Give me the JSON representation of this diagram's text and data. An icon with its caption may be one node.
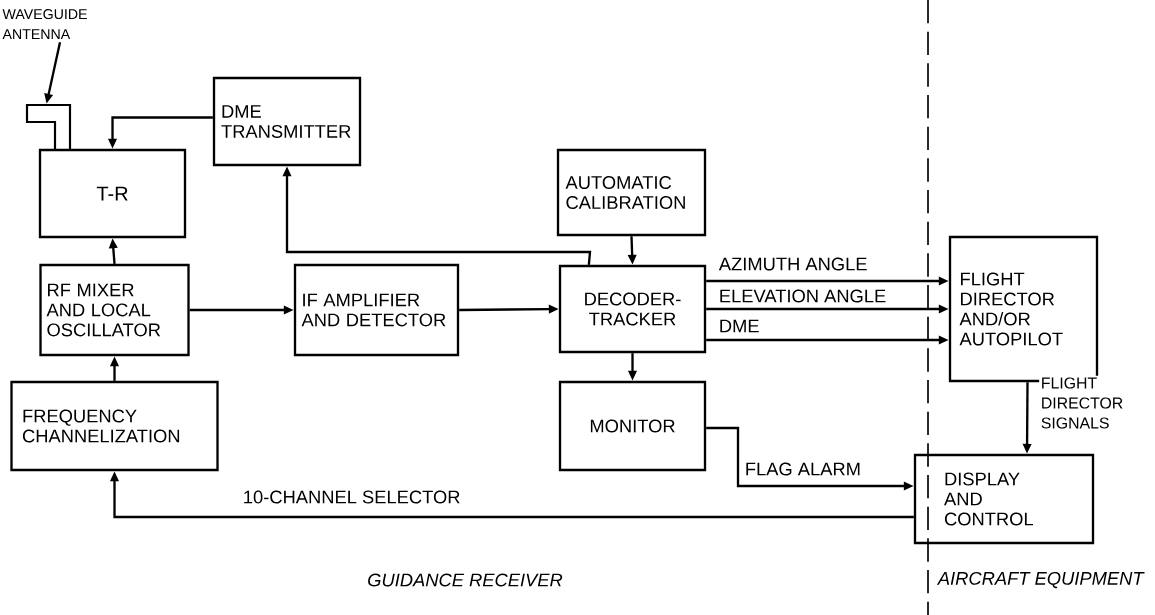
{
  "diagram": {
    "nodes": [
      {
        "text": [
          "WAVEGUIDE ANTENNA"
        ]
      },
      {
        "text": [],
        "shape": "picture"
      },
      {
        "text": [
          "T-R"
        ]
      },
      {
        "text": [
          "DME TRANSMITTER"
        ]
      },
      {
        "text": [
          "AUTOMATIC CALIBRATION"
        ]
      },
      {
        "text": [
          "RF MIXER AND LOCAL OSCILLATOR"
        ]
      },
      {
        "text": [
          "IF AMPLIFIER AND DETECTOR"
        ]
      },
      {
        "text": [
          "DECODER-TRACKER"
        ]
      },
      {
        "text": [
          "FLIGHT DIRECTOR AND/OR AUTOPILOT"
        ]
      },
      {
        "text": [
          "FREQUENCY CHANNELIZATION"
        ]
      },
      {
        "text": [
          "MONITOR"
        ]
      },
      {
        "text": [
          "DISPLAY AND CONTROL"
        ]
      }
    ],
    "edges": [
      {
        "from": 0,
        "to": 1,
        "arrow": "to"
      },
      {
        "from": 3,
        "to": 2,
        "arrow": "to"
      },
      {
        "from": 7,
        "to": 3,
        "arrow": "to"
      },
      {
        "from": 5,
        "to": 2,
        "arrow": "to"
      },
      {
        "from": 9,
        "to": 5,
        "arrow": "to"
      },
      {
        "from": 5,
        "to": 6,
        "arrow": "to"
      },
      {
        "from": 6,
        "to": 7,
        "arrow": "to"
      },
      {
        "from": 4,
        "to": 7,
        "arrow": "to"
      },
      {
        "from": 7,
        "to": 8,
        "arrow": "to",
        "label": "AZIMUTH ANGLE"
      },
      {
        "from": 7,
        "to": 8,
        "arrow": "to",
        "label": "ELEVATION ANGLE"
      },
      {
        "from": 7,
        "to": 8,
        "arrow": "to",
        "label": "DME"
      },
      {
        "from": 7,
        "to": 10,
        "arrow": "to"
      },
      {
        "from": 8,
        "to": 11,
        "arrow": "to",
        "label": "FLIGHT DIRECTOR SIGNALS"
      },
      {
        "from": 10,
        "to": 11,
        "arrow": "to",
        "label": "FLAG ALARM"
      },
      {
        "from": 11,
        "to": 9,
        "arrow": "to",
        "label": "10-CHANNEL SELECTOR"
      }
    ],
    "labels": [
      "GUIDANCE RECEIVER",
      "AIRCRAFT EQUIPMENT"
    ]
  }
}
